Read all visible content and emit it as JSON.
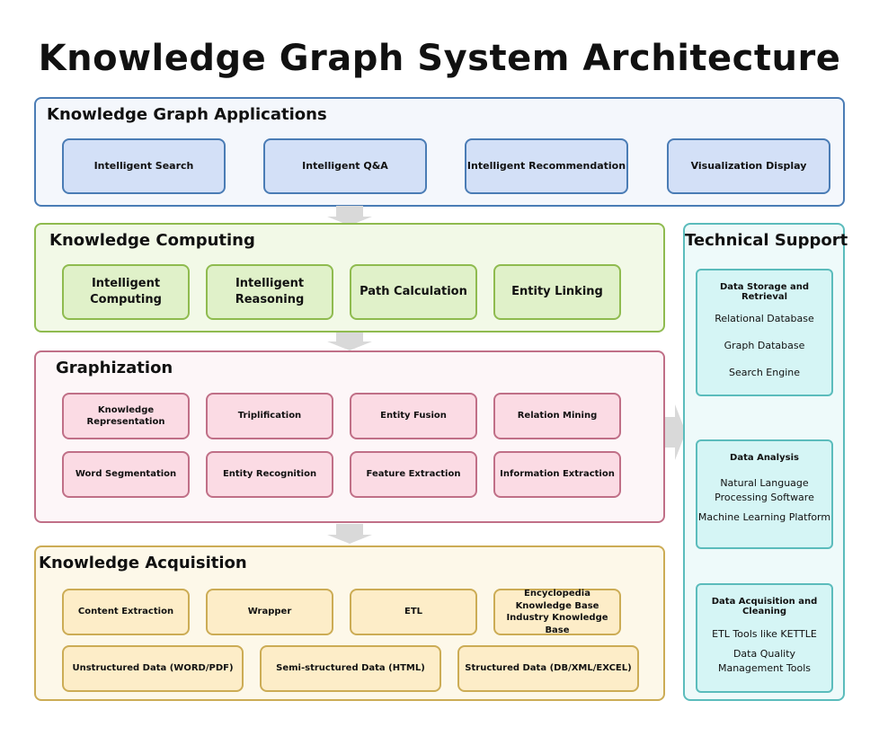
{
  "title": "Knowledge Graph System Architecture",
  "applications": {
    "title": "Knowledge Graph Applications",
    "items": [
      "Intelligent Search",
      "Intelligent Q&A",
      "Intelligent Recommendation",
      "Visualization Display"
    ]
  },
  "computing": {
    "title": "Knowledge Computing",
    "items": [
      "Intelligent Computing",
      "Intelligent Reasoning",
      "Path Calculation",
      "Entity Linking"
    ]
  },
  "graphization": {
    "title": "Graphization",
    "row1": [
      "Knowledge Representation",
      "Triplification",
      "Entity Fusion",
      "Relation Mining"
    ],
    "row2": [
      "Word Segmentation",
      "Entity Recognition",
      "Feature Extraction",
      "Information Extraction"
    ]
  },
  "acquisition": {
    "title": "Knowledge Acquisition",
    "row1": [
      "Content Extraction",
      "Wrapper",
      "ETL",
      "Encyclopedia Knowledge Base",
      "Industry Knowledge Base"
    ],
    "row2": [
      "Unstructured Data (WORD/PDF)",
      "Semi-structured Data (HTML)",
      "Structured Data (DB/XML/EXCEL)"
    ]
  },
  "technical_support": {
    "title": "Technical Support",
    "storage": {
      "title": "Data Storage and Retrieval",
      "items": [
        "Relational Database",
        "Graph Database",
        "Search Engine"
      ]
    },
    "analysis": {
      "title": "Data Analysis",
      "items": [
        "Natural Language",
        "Processing Software",
        "Machine Learning Platform"
      ]
    },
    "cleaning": {
      "title": "Data Acquisition and Cleaning",
      "items": [
        "ETL Tools like KETTLE",
        "Data Quality",
        "Management Tools"
      ]
    }
  },
  "colors": {
    "arrow": "#d9d9d9",
    "applications": "#4a7cb5",
    "computing": "#8fbb4f",
    "graphization": "#c06f87",
    "acquisition": "#ccac55",
    "technical_support": "#5bbcbc"
  }
}
